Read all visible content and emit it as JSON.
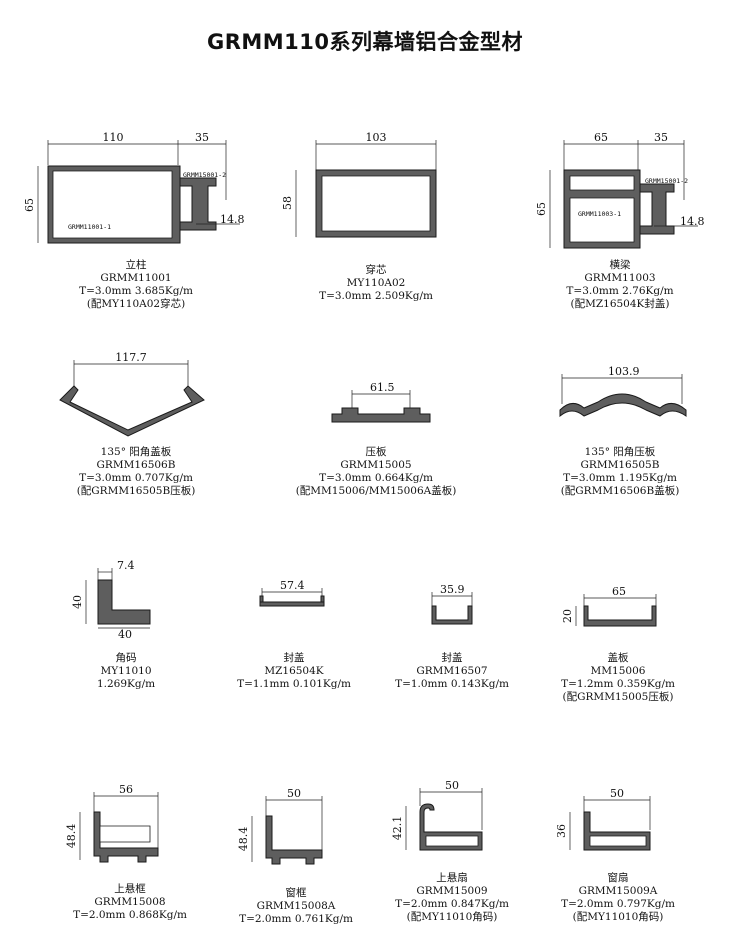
{
  "title": "GRMM110系列幕墙铝合金型材",
  "parts": [
    {
      "name": "立柱",
      "code": "GRMM11001",
      "spec": "T=3.0mm 3.685Kg/m",
      "note": "(配MY110A02穿芯)",
      "dims": [
        "110",
        "35",
        "65",
        "14.8"
      ],
      "tags": [
        "GRMM15001-2",
        "GRMM11001-1"
      ]
    },
    {
      "name": "穿芯",
      "code": "MY110A02",
      "spec": "T=3.0mm 2.509Kg/m",
      "note": "",
      "dims": [
        "103",
        "58"
      ],
      "tags": []
    },
    {
      "name": "横梁",
      "code": "GRMM11003",
      "spec": "T=3.0mm 2.76Kg/m",
      "note": "(配MZ16504K封盖)",
      "dims": [
        "65",
        "35",
        "65",
        "14.8"
      ],
      "tags": [
        "GRMM15001-2",
        "GRMM11003-1"
      ]
    },
    {
      "name": "135° 阳角盖板",
      "code": "GRMM16506B",
      "spec": "T=3.0mm 0.707Kg/m",
      "note": "(配GRMM16505B压板)",
      "dims": [
        "117.7"
      ],
      "tags": []
    },
    {
      "name": "压板",
      "code": "GRMM15005",
      "spec": "T=3.0mm 0.664Kg/m",
      "note": "(配MM15006/MM15006A盖板)",
      "dims": [
        "61.5"
      ],
      "tags": []
    },
    {
      "name": "135° 阳角压板",
      "code": "GRMM16505B",
      "spec": "T=3.0mm 1.195Kg/m",
      "note": "(配GRMM16506B盖板)",
      "dims": [
        "103.9"
      ],
      "tags": []
    },
    {
      "name": "角码",
      "code": "MY11010",
      "spec": "1.269Kg/m",
      "note": "",
      "dims": [
        "7.4",
        "40",
        "40"
      ],
      "tags": []
    },
    {
      "name": "封盖",
      "code": "MZ16504K",
      "spec": "T=1.1mm 0.101Kg/m",
      "note": "",
      "dims": [
        "57.4"
      ],
      "tags": []
    },
    {
      "name": "封盖",
      "code": "GRMM16507",
      "spec": "T=1.0mm 0.143Kg/m",
      "note": "",
      "dims": [
        "35.9"
      ],
      "tags": []
    },
    {
      "name": "盖板",
      "code": "MM15006",
      "spec": "T=1.2mm 0.359Kg/m",
      "note": "(配GRMM15005压板)",
      "dims": [
        "65",
        "20"
      ],
      "tags": []
    },
    {
      "name": "上悬框",
      "code": "GRMM15008",
      "spec": "T=2.0mm 0.868Kg/m",
      "note": "",
      "dims": [
        "56",
        "48.4"
      ],
      "tags": []
    },
    {
      "name": "窗框",
      "code": "GRMM15008A",
      "spec": "T=2.0mm 0.761Kg/m",
      "note": "",
      "dims": [
        "50",
        "48.4"
      ],
      "tags": []
    },
    {
      "name": "上悬扇",
      "code": "GRMM15009",
      "spec": "T=2.0mm 0.847Kg/m",
      "note": "(配MY11010角码)",
      "dims": [
        "50",
        "42.1"
      ],
      "tags": []
    },
    {
      "name": "窗扇",
      "code": "GRMM15009A",
      "spec": "T=2.0mm 0.797Kg/m",
      "note": "(配MY11010角码)",
      "dims": [
        "50",
        "36"
      ],
      "tags": []
    }
  ]
}
